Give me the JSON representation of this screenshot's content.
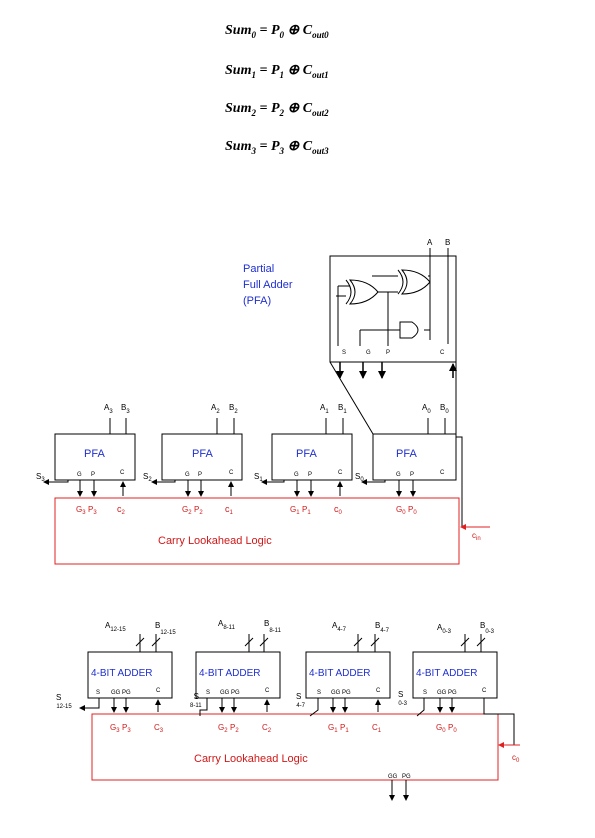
{
  "equations": [
    {
      "lhs": "Sum",
      "lhs_sub": "0",
      "p": "P",
      "p_sub": "0",
      "c": "C",
      "c_sub": "out0"
    },
    {
      "lhs": "Sum",
      "lhs_sub": "1",
      "p": "P",
      "p_sub": "1",
      "c": "C",
      "c_sub": "out1"
    },
    {
      "lhs": "Sum",
      "lhs_sub": "2",
      "p": "P",
      "p_sub": "2",
      "c": "C",
      "c_sub": "out2"
    },
    {
      "lhs": "Sum",
      "lhs_sub": "3",
      "p": "P",
      "p_sub": "3",
      "c": "C",
      "c_sub": "out3"
    }
  ],
  "eq_symbols": {
    "equals": "=",
    "xor": "⊕"
  },
  "pfa_detail": {
    "title_lines": [
      "Partial",
      "Full Adder",
      "(PFA)"
    ],
    "inputs": [
      "A",
      "B"
    ],
    "outputs": [
      "S",
      "G",
      "P",
      "C"
    ]
  },
  "diagram1": {
    "block_label": "PFA",
    "port_labels": {
      "g": "G",
      "p": "P",
      "c": "C"
    },
    "inputs": [
      {
        "a": "A",
        "a_sub": "3",
        "b": "B",
        "b_sub": "3"
      },
      {
        "a": "A",
        "a_sub": "2",
        "b": "B",
        "b_sub": "2"
      },
      {
        "a": "A",
        "a_sub": "1",
        "b": "B",
        "b_sub": "1"
      },
      {
        "a": "A",
        "a_sub": "0",
        "b": "B",
        "b_sub": "0"
      }
    ],
    "sum_outputs": [
      {
        "s": "S",
        "s_sub": "3"
      },
      {
        "s": "S",
        "s_sub": "2"
      },
      {
        "s": "S",
        "s_sub": "1"
      },
      {
        "s": "S",
        "s_sub": "0"
      }
    ],
    "signals": [
      {
        "g": "G",
        "g_sub": "3",
        "p": "P",
        "p_sub": "3",
        "c": "c",
        "c_sub": "2"
      },
      {
        "g": "G",
        "g_sub": "2",
        "p": "P",
        "p_sub": "2",
        "c": "c",
        "c_sub": "1"
      },
      {
        "g": "G",
        "g_sub": "1",
        "p": "P",
        "p_sub": "1",
        "c": "c",
        "c_sub": "0"
      },
      {
        "g": "G",
        "g_sub": "0",
        "p": "P",
        "p_sub": "0",
        "c": "",
        "c_sub": ""
      }
    ],
    "cla_label": "Carry Lookahead Logic",
    "cin": "c",
    "cin_sub": "in"
  },
  "diagram2": {
    "block_label": "4-BIT ADDER",
    "port_labels": {
      "s": "S",
      "gg": "GG",
      "pg": "PG",
      "c": "C"
    },
    "inputs": [
      {
        "a": "A",
        "a_sub": "12-15",
        "b": "B",
        "b_sub": "12-15"
      },
      {
        "a": "A",
        "a_sub": "8-11",
        "b": "B",
        "b_sub": "8-11"
      },
      {
        "a": "A",
        "a_sub": "4-7",
        "b": "B",
        "b_sub": "4-7"
      },
      {
        "a": "A",
        "a_sub": "0-3",
        "b": "B",
        "b_sub": "0-3"
      }
    ],
    "sum_outputs": [
      {
        "s": "S",
        "s_sub": "12-15"
      },
      {
        "s": "S",
        "s_sub": "8-11"
      },
      {
        "s": "S",
        "s_sub": "4-7"
      },
      {
        "s": "S",
        "s_sub": "0-3"
      }
    ],
    "signals": [
      {
        "g": "G",
        "g_sub": "3",
        "p": "P",
        "p_sub": "3",
        "c": "C",
        "c_sub": "3"
      },
      {
        "g": "G",
        "g_sub": "2",
        "p": "P",
        "p_sub": "2",
        "c": "C",
        "c_sub": "2"
      },
      {
        "g": "G",
        "g_sub": "1",
        "p": "P",
        "p_sub": "1",
        "c": "C",
        "c_sub": "1"
      },
      {
        "g": "G",
        "g_sub": "0",
        "p": "P",
        "p_sub": "0",
        "c": "",
        "c_sub": ""
      }
    ],
    "cla_label": "Carry Lookahead Logic",
    "cin": "c",
    "cin_sub": "0",
    "group_outputs": {
      "gg": "GG",
      "pg": "PG"
    }
  },
  "colors": {
    "wire": "#000000",
    "cla_border": "#e02020",
    "cla_text": "#d01818",
    "blue_text": "#1f2fd0"
  }
}
